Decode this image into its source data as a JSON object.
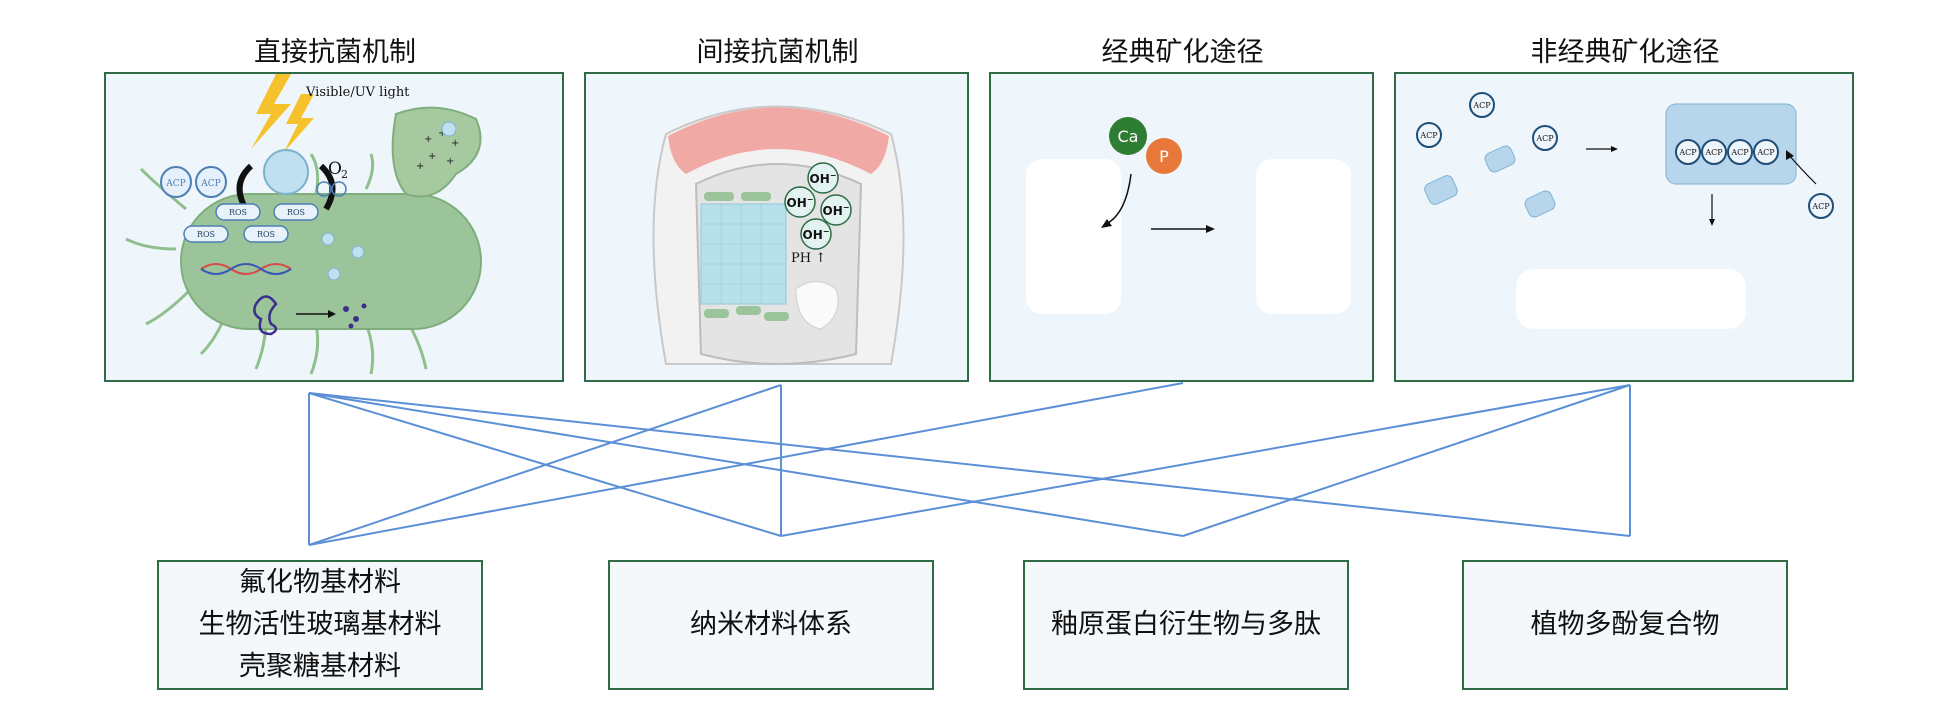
{
  "headings": {
    "direct": "直接抗菌机制",
    "indirect": "间接抗菌机制",
    "classic": "经典矿化途径",
    "nonclassic": "非经典矿化途径"
  },
  "panel_direct": {
    "light_label": "Visible/UV light",
    "o2_label": "O",
    "o2_sub": "2",
    "acp_label": "ACP",
    "ros_label": "ROS"
  },
  "panel_indirect": {
    "oh_label": "OH",
    "oh_sup": "−",
    "ph_label": "PH ↑"
  },
  "panel_classic": {
    "ca_label": "Ca",
    "p_label": "P"
  },
  "panel_nonclassic": {
    "acp_label": "ACP"
  },
  "materials": {
    "box1_line1": "氟化物基材料",
    "box1_line2": "生物活性玻璃基材料",
    "box1_line3": "壳聚糖基材料",
    "box2": "纳米材料体系",
    "box3": "釉原蛋白衍生物与多肽",
    "box4": "植物多酚复合物"
  },
  "colors": {
    "panel_border": "#2f6b45",
    "connector": "#5b8fd6",
    "bacteria": "#9cc49a",
    "calcium": "#2e7d32",
    "phosphate": "#e8773a",
    "acp_ring": "#1f4e79"
  }
}
